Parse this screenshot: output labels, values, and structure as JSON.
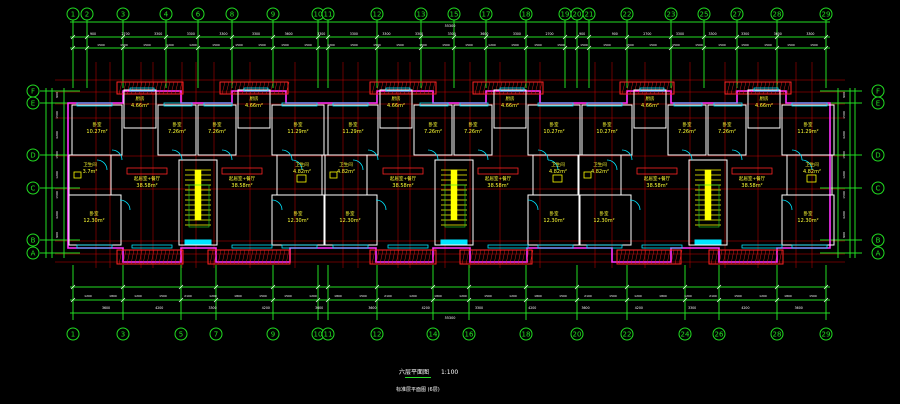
{
  "drawing": {
    "title": "六层平面图",
    "scale_label": "1:100",
    "subtitle": "标准层平面图 (6层)",
    "colors": {
      "background": "#000000",
      "axis": "#22dd22",
      "wall": "#ffffff",
      "outer_wall": "#ff33ff",
      "window": "#00e5ff",
      "room_label": "#ffff33",
      "hatch": "#ff2222",
      "stair": "#ffff00",
      "grid_red": "#cc0000",
      "dim_text": "#ffffff"
    }
  },
  "axes": {
    "top": [
      "1",
      "2",
      "3",
      "4",
      "6",
      "8",
      "9",
      "10",
      "11",
      "12",
      "13",
      "15",
      "17",
      "18",
      "19",
      "20",
      "21",
      "22",
      "23",
      "25",
      "27",
      "28",
      "29"
    ],
    "bottom": [
      "1",
      "3",
      "5",
      "7",
      "9",
      "10",
      "11",
      "12",
      "14",
      "16",
      "18",
      "20",
      "22",
      "24",
      "26",
      "28",
      "29"
    ],
    "left": [
      "F",
      "E",
      "D",
      "C",
      "B",
      "A"
    ],
    "right": [
      "F",
      "E",
      "D",
      "C",
      "B",
      "A"
    ]
  },
  "dimensions": {
    "top_total": "55300",
    "top_row1": [
      "900",
      "2700",
      "3300",
      "3300",
      "3300",
      "3300",
      "3600",
      "3300",
      "3300",
      "3300",
      "3300",
      "3300",
      "3600",
      "3300",
      "2700",
      "900",
      "900",
      "2700",
      "3300",
      "3300",
      "3300",
      "3600",
      "3300"
    ],
    "top_row2": [
      "1500",
      "1500",
      "1500",
      "1200",
      "1200",
      "1500",
      "1500",
      "1500",
      "1500",
      "1500",
      "1200",
      "1500",
      "1500",
      "1500",
      "1500",
      "1500",
      "1500",
      "1200",
      "1500",
      "1500",
      "1500",
      "1500",
      "1500",
      "1500",
      "1500",
      "1500",
      "1500",
      "1500",
      "1500",
      "1500",
      "1500",
      "1500"
    ],
    "bottom_row1": [
      "1200",
      "1800",
      "1200",
      "1500",
      "2100",
      "1200",
      "1800",
      "1500",
      "1500",
      "1200",
      "1800",
      "1500",
      "2100",
      "1200",
      "1800",
      "1200",
      "1500",
      "1200",
      "1800",
      "1500",
      "2100",
      "1500",
      "1200",
      "1800",
      "1200",
      "2100",
      "1500",
      "1200",
      "1800",
      "1500"
    ],
    "bottom_row2": [
      "3600",
      "4200",
      "3300",
      "4200",
      "3600",
      "3600",
      "4200",
      "3300",
      "4200",
      "3600",
      "4200",
      "3300",
      "4200",
      "3600"
    ],
    "bottom_total": "55300",
    "left": [
      "900",
      "1500",
      "4200",
      "1500",
      "1200",
      "1500",
      "4200",
      "900"
    ],
    "right": [
      "900",
      "1500",
      "4200",
      "1500",
      "1200",
      "1500",
      "4200",
      "900"
    ]
  },
  "units": [
    {
      "rooms": {
        "bedroom_master": {
          "name": "卧室",
          "area": "10.27m²"
        },
        "kitchen": {
          "name": "厨房",
          "area": "4.66m²"
        },
        "bedroom_a": {
          "name": "卧室",
          "area": "7.26m²"
        },
        "bedroom_b": {
          "name": "卧室",
          "area": "7.26m²"
        },
        "kitchen_b": {
          "name": "厨房",
          "area": "4.66m²"
        },
        "bedroom_master_b": {
          "name": "卧室",
          "area": "11.29m²"
        },
        "bath_a": {
          "name": "卫生间",
          "area": "3.7m²"
        },
        "bath_b": {
          "name": "卫生间",
          "area": "4.82m²"
        },
        "living_a": {
          "name": "起居室+餐厅",
          "area": "38.58m²"
        },
        "living_b": {
          "name": "起居室+餐厅",
          "area": "38.58m²"
        },
        "bedroom_s_a": {
          "name": "卧室",
          "area": "12.30m²"
        },
        "bedroom_s_b": {
          "name": "卧室",
          "area": "12.30m²"
        }
      }
    },
    {
      "rooms": {
        "bedroom_master": {
          "name": "卧室",
          "area": "11.29m²"
        },
        "kitchen": {
          "name": "厨房",
          "area": "4.66m²"
        },
        "bedroom_a": {
          "name": "卧室",
          "area": "7.26m²"
        },
        "bedroom_b": {
          "name": "卧室",
          "area": "7.26m²"
        },
        "kitchen_b": {
          "name": "厨房",
          "area": "4.66m²"
        },
        "bedroom_master_b": {
          "name": "卧室",
          "area": "10.27m²"
        },
        "bath_a": {
          "name": "卫生间",
          "area": "4.82m²"
        },
        "bath_b": {
          "name": "卫生间",
          "area": "4.82m²"
        },
        "living_a": {
          "name": "起居室+餐厅",
          "area": "38.58m²"
        },
        "living_b": {
          "name": "起居室+餐厅",
          "area": "38.58m²"
        },
        "bedroom_s_a": {
          "name": "卧室",
          "area": "12.30m²"
        },
        "bedroom_s_b": {
          "name": "卧室",
          "area": "12.30m²"
        }
      }
    },
    {
      "rooms": {
        "bedroom_master": {
          "name": "卧室",
          "area": "10.27m²"
        },
        "kitchen": {
          "name": "厨房",
          "area": "4.66m²"
        },
        "bedroom_a": {
          "name": "卧室",
          "area": "7.26m²"
        },
        "bedroom_b": {
          "name": "卧室",
          "area": "7.26m²"
        },
        "kitchen_b": {
          "name": "厨房",
          "area": "4.66m²"
        },
        "bedroom_master_b": {
          "name": "卧室",
          "area": "11.29m²"
        },
        "bath_a": {
          "name": "卫生间",
          "area": "4.82m²"
        },
        "bath_b": {
          "name": "卫生间",
          "area": "4.82m²"
        },
        "living_a": {
          "name": "起居室+餐厅",
          "area": "38.58m²"
        },
        "living_b": {
          "name": "起居室+餐厅",
          "area": "38.58m²"
        },
        "bedroom_s_a": {
          "name": "卧室",
          "area": "12.30m²"
        },
        "bedroom_s_b": {
          "name": "卧室",
          "area": "12.30m²"
        }
      }
    }
  ]
}
